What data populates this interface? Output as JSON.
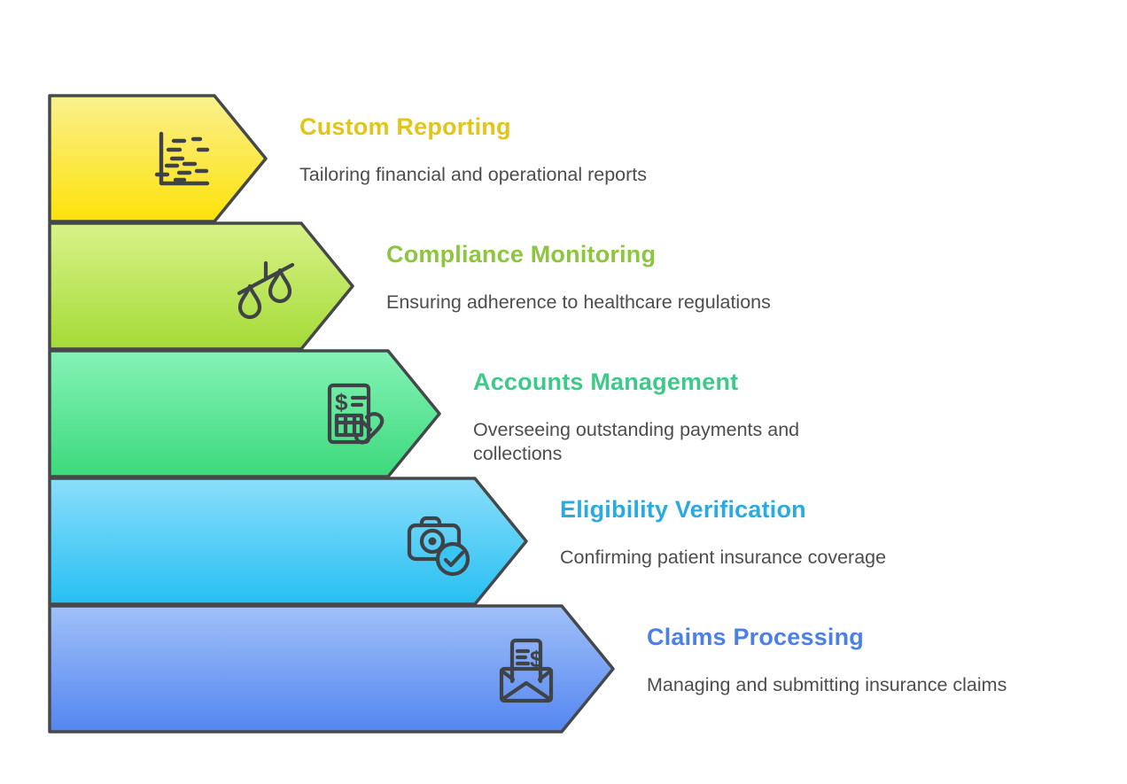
{
  "background_color": "#FFFFFF",
  "shape_outline_color": "#46494C",
  "icon_stroke_color": "#3F4347",
  "description_text_color": "#4D4D4D",
  "steps": [
    {
      "title": "Custom Reporting",
      "description": "Tailoring financial and operational reports",
      "title_color": "#E3C51A",
      "gradient_top": "#FAF08E",
      "gradient_bottom": "#FCE20A",
      "icon": "report-chart-icon"
    },
    {
      "title": "Compliance Monitoring",
      "description": "Ensuring adherence to healthcare regulations",
      "title_color": "#8CC63F",
      "gradient_top": "#D9F289",
      "gradient_bottom": "#A4DB37",
      "icon": "balance-scale-icon"
    },
    {
      "title": "Accounts Management",
      "description": "Overseeing outstanding payments and collections",
      "title_color": "#3DC98A",
      "gradient_top": "#85F3B6",
      "gradient_bottom": "#3CD97C",
      "icon": "invoice-hand-icon"
    },
    {
      "title": "Eligibility Verification",
      "description": "Confirming patient insurance coverage",
      "title_color": "#29ABE2",
      "gradient_top": "#8BDEFA",
      "gradient_bottom": "#27BFF2",
      "icon": "camera-check-icon"
    },
    {
      "title": "Claims Processing",
      "description": "Managing and submitting insurance claims",
      "title_color": "#4C80E9",
      "gradient_top": "#A0C0F8",
      "gradient_bottom": "#5486F0",
      "icon": "envelope-money-icon"
    }
  ]
}
